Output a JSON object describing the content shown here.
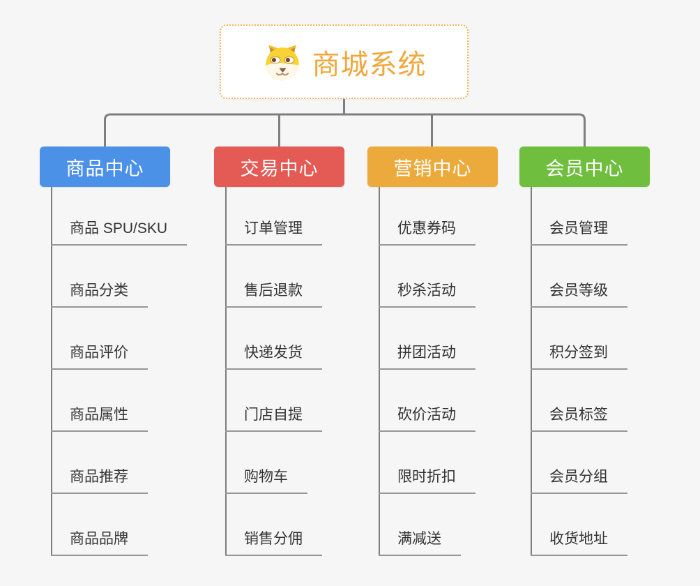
{
  "root": {
    "title": "商城系统",
    "logo_icon": "shiba-dog-icon"
  },
  "branches": [
    {
      "label": "商品中心",
      "color": "#4B91E8",
      "items": [
        "商品 SPU/SKU",
        "商品分类",
        "商品评价",
        "商品属性",
        "商品推荐",
        "商品品牌"
      ]
    },
    {
      "label": "交易中心",
      "color": "#E45B55",
      "items": [
        "订单管理",
        "售后退款",
        "快递发货",
        "门店自提",
        "购物车",
        "销售分佣"
      ]
    },
    {
      "label": "营销中心",
      "color": "#EDAA3C",
      "items": [
        "优惠券码",
        "秒杀活动",
        "拼团活动",
        "砍价活动",
        "限时折扣",
        "满减送"
      ]
    },
    {
      "label": "会员中心",
      "color": "#6FBE3E",
      "items": [
        "会员管理",
        "会员等级",
        "积分签到",
        "会员标签",
        "会员分组",
        "收货地址"
      ]
    }
  ],
  "colors": {
    "canvas_bg": "#F6F6F6",
    "root_border": "#F2B355",
    "root_title": "#F0A83E",
    "connector": "#7E7E7E",
    "leaf_line": "#979797",
    "leaf_text": "#333333",
    "header_text": "#FFFFFF"
  }
}
